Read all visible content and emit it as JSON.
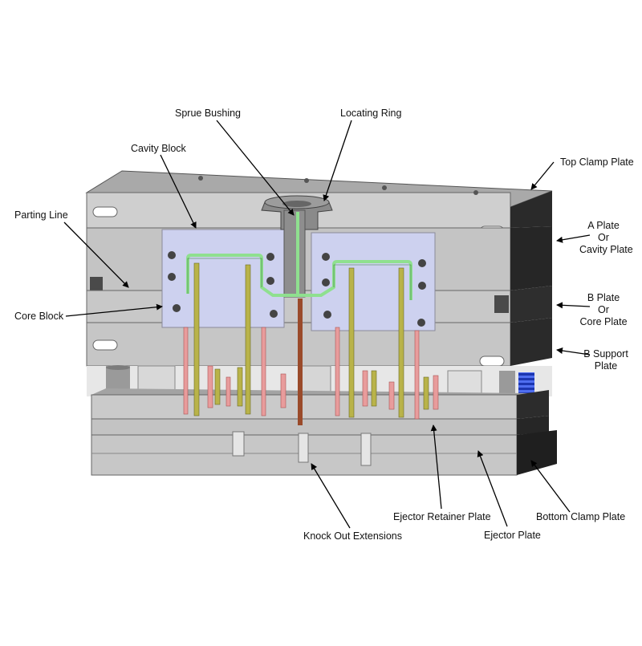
{
  "labels": {
    "sprue_bushing": "Sprue Bushing",
    "locating_ring": "Locating Ring",
    "cavity_block": "Cavity Block",
    "top_clamp_plate": "Top Clamp Plate",
    "parting_line": "Parting Line",
    "a_plate": [
      "A Plate",
      "Or",
      "Cavity Plate"
    ],
    "b_plate": [
      "B Plate",
      "Or",
      "Core Plate"
    ],
    "core_block": "Core Block",
    "b_support_plate": [
      "B Support",
      "Plate"
    ],
    "ejector_retainer_plate": "Ejector Retainer Plate",
    "bottom_clamp_plate": "Bottom Clamp Plate",
    "knock_out_extensions": "Knock Out Extensions",
    "ejector_plate": "Ejector Plate"
  },
  "colors": {
    "plate_face": "#c9c9c9",
    "plate_top": "#a8a8a8",
    "plate_side": "#2b2b2b",
    "cavity_block": "#ccd0ee",
    "runner": "#8fe08f",
    "ejector_pin": "#e89c9c",
    "return_pin": "#b9b349",
    "sprue_puller": "#9a4a2a",
    "spring": "#3b57d6"
  }
}
